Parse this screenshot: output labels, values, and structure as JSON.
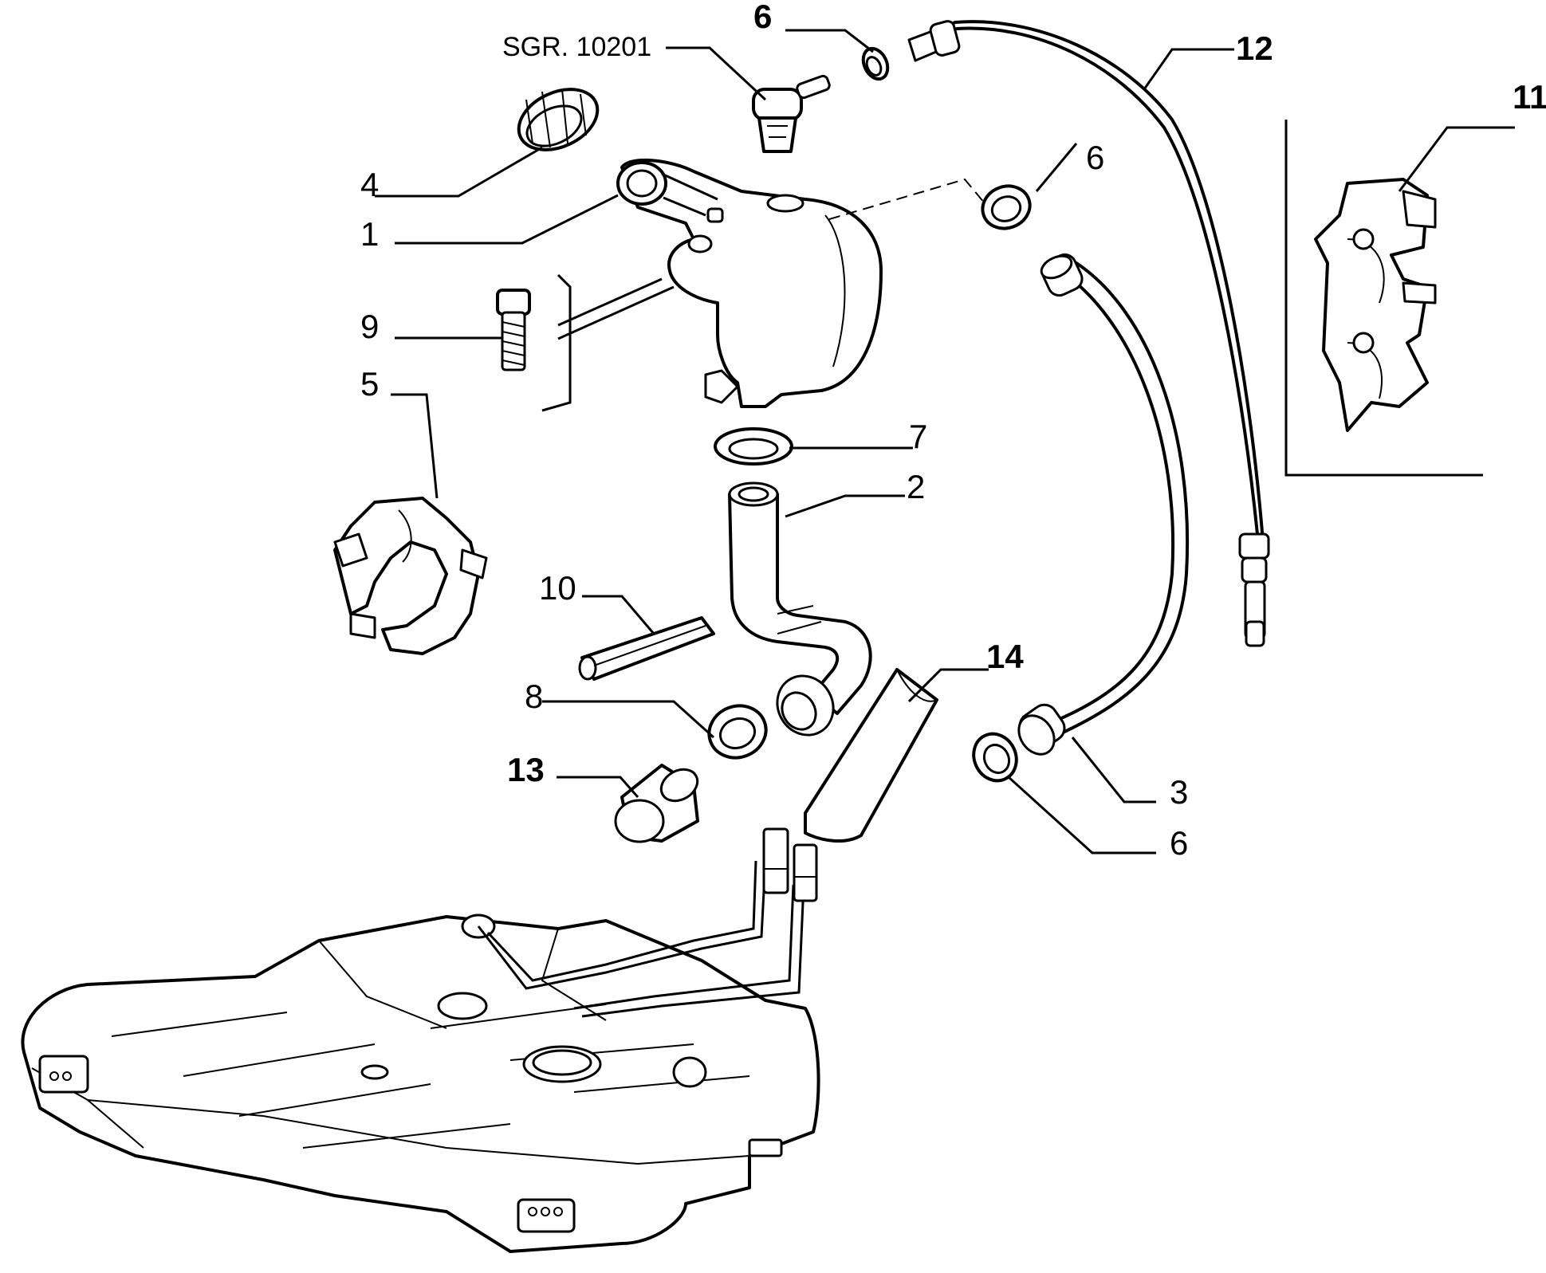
{
  "diagram": {
    "labels": {
      "sgr": "SGR. 10201",
      "l1": "1",
      "l2": "2",
      "l3": "3",
      "l4": "4",
      "l5": "5",
      "l6_top": "6",
      "l6_mid": "6",
      "l6_bottom": "6",
      "l7": "7",
      "l8": "8",
      "l9": "9",
      "l10": "10",
      "l11": "11",
      "l12": "12",
      "l13": "13",
      "l14": "14"
    }
  }
}
